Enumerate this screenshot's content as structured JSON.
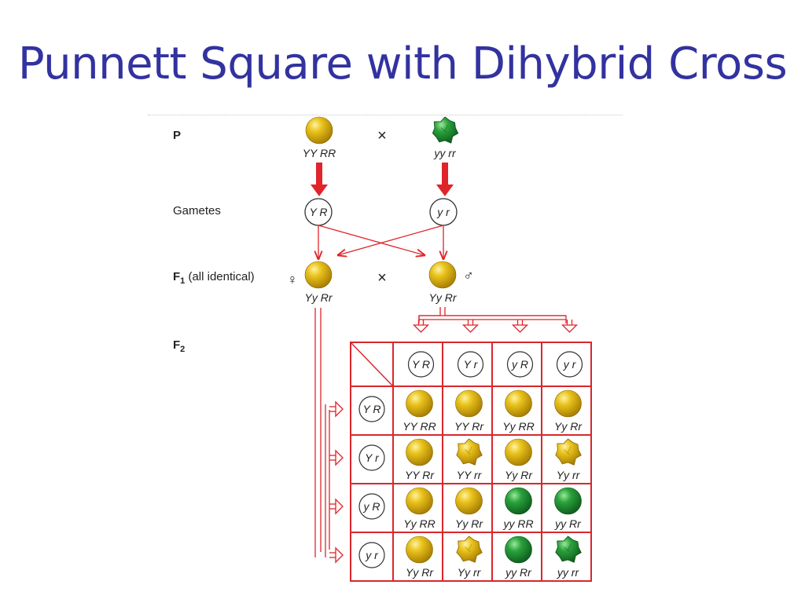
{
  "title": "Punnett Square with Dihybrid Cross",
  "rows": {
    "p": "P",
    "gametes": "Gametes",
    "f1_main": "F",
    "f1_sub": "1",
    "f1_note": " (all identical)",
    "f2_main": "F",
    "f2_sub": "2"
  },
  "cross_symbol": "×",
  "female_symbol": "♀",
  "male_symbol": "♂",
  "parents": [
    {
      "genotype": "YY RR",
      "phenotype": "yellow-round"
    },
    {
      "genotype": "yy rr",
      "phenotype": "green-wrinkled"
    }
  ],
  "parent_gametes": [
    "Y R",
    "y r"
  ],
  "f1": [
    {
      "genotype": "Yy Rr",
      "phenotype": "yellow-round"
    },
    {
      "genotype": "Yy Rr",
      "phenotype": "yellow-round"
    }
  ],
  "grid_gametes_top": [
    "Y R",
    "Y r",
    "y R",
    "y r"
  ],
  "grid_gametes_side": [
    "Y R",
    "Y r",
    "y R",
    "y r"
  ],
  "grid": [
    [
      {
        "genotype": "YY RR",
        "phenotype": "yellow-round"
      },
      {
        "genotype": "YY Rr",
        "phenotype": "yellow-round"
      },
      {
        "genotype": "Yy RR",
        "phenotype": "yellow-round"
      },
      {
        "genotype": "Yy Rr",
        "phenotype": "yellow-round"
      }
    ],
    [
      {
        "genotype": "YY Rr",
        "phenotype": "yellow-round"
      },
      {
        "genotype": "YY rr",
        "phenotype": "yellow-wrinkled"
      },
      {
        "genotype": "Yy Rr",
        "phenotype": "yellow-round"
      },
      {
        "genotype": "Yy rr",
        "phenotype": "yellow-wrinkled"
      }
    ],
    [
      {
        "genotype": "Yy RR",
        "phenotype": "yellow-round"
      },
      {
        "genotype": "Yy Rr",
        "phenotype": "yellow-round"
      },
      {
        "genotype": "yy RR",
        "phenotype": "green-round"
      },
      {
        "genotype": "yy Rr",
        "phenotype": "green-round"
      }
    ],
    [
      {
        "genotype": "Yy Rr",
        "phenotype": "yellow-round"
      },
      {
        "genotype": "Yy rr",
        "phenotype": "yellow-wrinkled"
      },
      {
        "genotype": "yy Rr",
        "phenotype": "green-round"
      },
      {
        "genotype": "yy rr",
        "phenotype": "green-wrinkled"
      }
    ]
  ],
  "colors": {
    "title": "#3232a0",
    "grid_line": "#d8272d",
    "arrow": "#e0242a",
    "yellow_pea": "#d9ac0c",
    "green_pea": "#1f9a36"
  }
}
